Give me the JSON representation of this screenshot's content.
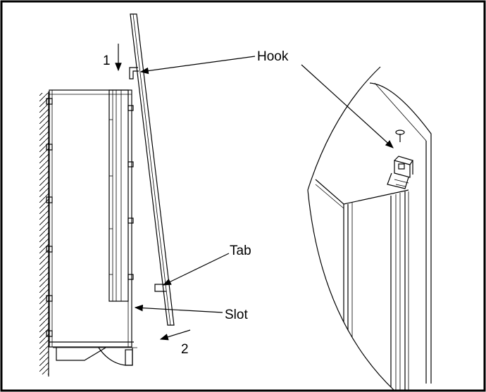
{
  "diagram": {
    "labels": {
      "step_1": "1",
      "step_2": "2",
      "hook": "Hook",
      "tab": "Tab",
      "slot": "Slot"
    },
    "colors": {
      "line": "#000000",
      "background": "#ffffff"
    }
  }
}
